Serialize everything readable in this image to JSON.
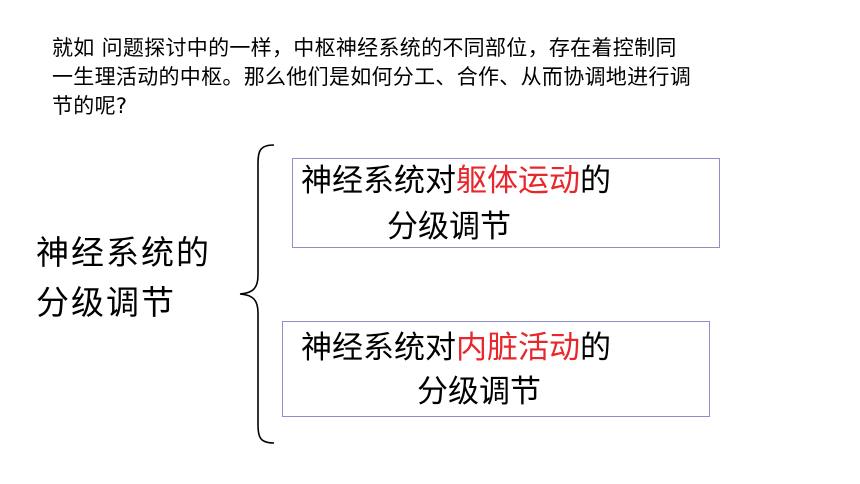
{
  "intro": {
    "line1": "就如 问题探讨中的一样，中枢神经系统的不同部位，存在着控制同",
    "line2": "一生理活动的中枢。那么他们是如何分工、合作、从而协调地进行调",
    "line3": "节的呢?"
  },
  "left_label": {
    "line1": "神经系统的",
    "line2": "分级调节"
  },
  "box1": {
    "prefix": "神经系统对",
    "highlight": "躯体运动",
    "suffix": "的",
    "line2": "分级调节"
  },
  "box2": {
    "prefix": "神经系统对",
    "highlight": "内脏活动",
    "suffix": "的",
    "line2": "分级调节"
  },
  "colors": {
    "highlight": "#e8262b",
    "box_border": "#8e8ec8"
  }
}
